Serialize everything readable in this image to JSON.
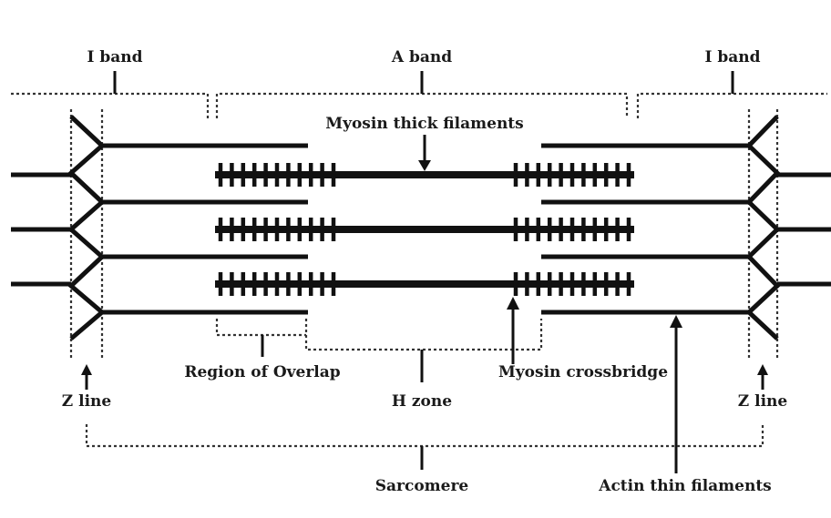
{
  "labels": {
    "i_band_left": "I band",
    "a_band": "A band",
    "i_band_right": "I band",
    "myosin_thick": "Myosin thick filaments",
    "region_overlap": "Region of Overlap",
    "h_zone": "H zone",
    "myosin_crossbridge": "Myosin crossbridge",
    "z_line_left": "Z line",
    "z_line_right": "Z line",
    "sarcomere": "Sarcomere",
    "actin_thin": "Actin thin filaments"
  },
  "colors": {
    "ink": "#111111",
    "background": "#ffffff"
  }
}
